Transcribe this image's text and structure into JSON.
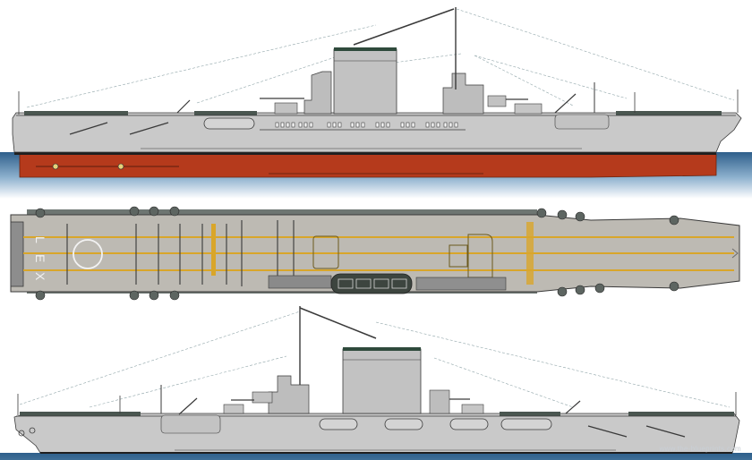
{
  "image": {
    "subject": "Lexington-class aircraft carrier blueprint",
    "views": [
      {
        "id": "starboard-profile",
        "label": "Starboard side profile with waterline"
      },
      {
        "id": "flight-deck-plan",
        "label": "Flight deck plan view"
      },
      {
        "id": "port-profile",
        "label": "Port side profile"
      }
    ],
    "deck_letters": [
      "L",
      "E",
      "X"
    ],
    "watermark": "www.the-blueprints.com"
  },
  "colors": {
    "hull_grey": "#c9c9c9",
    "deck_grey": "#bdbab3",
    "hull_red": "#b53a1c",
    "boot_black": "#1f1f1f",
    "deck_stripe": "#d9a62a",
    "sea_top": "#2e5f8b",
    "sea_bottom": "#ffffff",
    "gallery_dark": "#4a5650",
    "outline": "#3a3a3a"
  }
}
